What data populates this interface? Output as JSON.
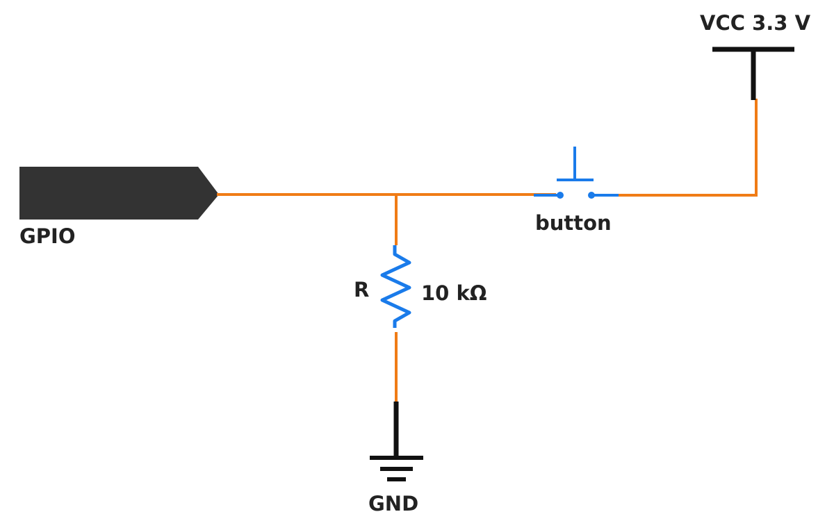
{
  "labels": {
    "gpio": "GPIO",
    "vcc": "VCC 3.3 V",
    "button": "button",
    "resistor_name": "R",
    "resistor_value": "10 kΩ",
    "gnd": "GND"
  },
  "colors": {
    "wire": "#f07c16",
    "component": "#1a7bea",
    "supply": "#111111",
    "gpio_pin": "#333333",
    "text": "#222222"
  }
}
